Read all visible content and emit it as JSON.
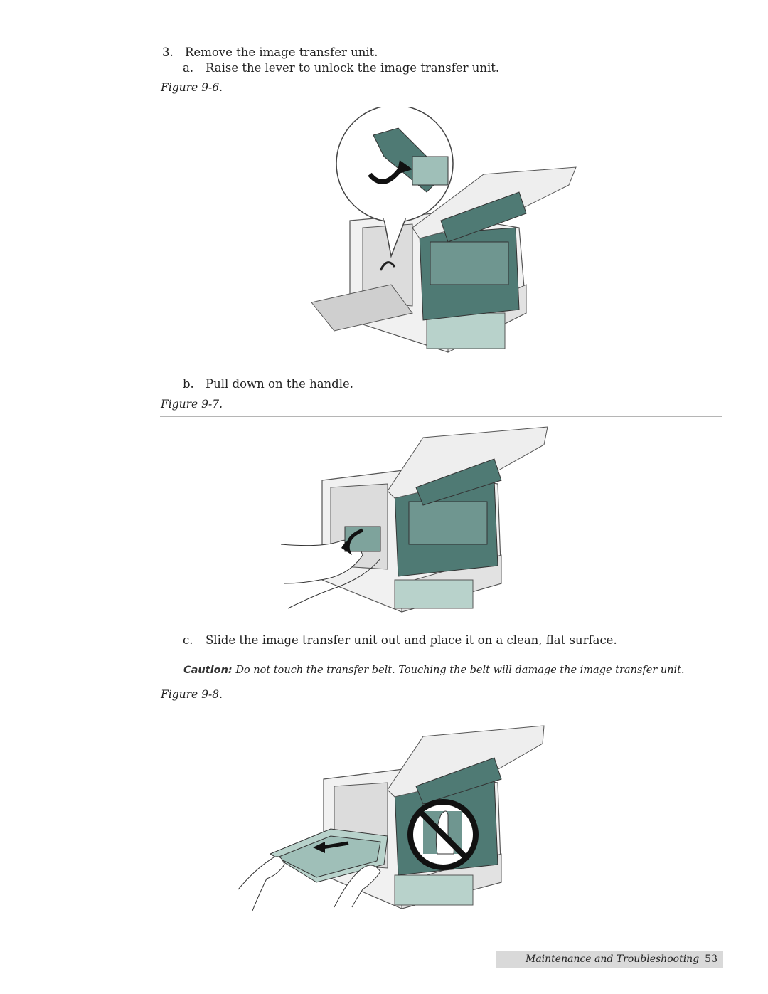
{
  "steps": {
    "step3": {
      "number": "3.",
      "text": "Remove the image transfer unit."
    },
    "a": {
      "letter": "a.",
      "text": "Raise the lever to unlock the image transfer unit."
    },
    "b": {
      "letter": "b.",
      "text": "Pull down on the handle."
    },
    "c": {
      "letter": "c.",
      "text": "Slide the image transfer unit out and place it on a clean, flat surface."
    }
  },
  "figures": {
    "fig6": "Figure 9-6.",
    "fig7": "Figure 9-7.",
    "fig8": "Figure 9-8."
  },
  "caution": {
    "label": "Caution:",
    "text": "Do not touch the transfer belt. Touching the belt will damage the image transfer unit."
  },
  "footer": {
    "section": "Maintenance and Troubleshooting",
    "page": "53"
  },
  "colors": {
    "teal": "#4f7a74",
    "light_teal": "#b8d2cb",
    "gray": "#e6e6e6"
  }
}
